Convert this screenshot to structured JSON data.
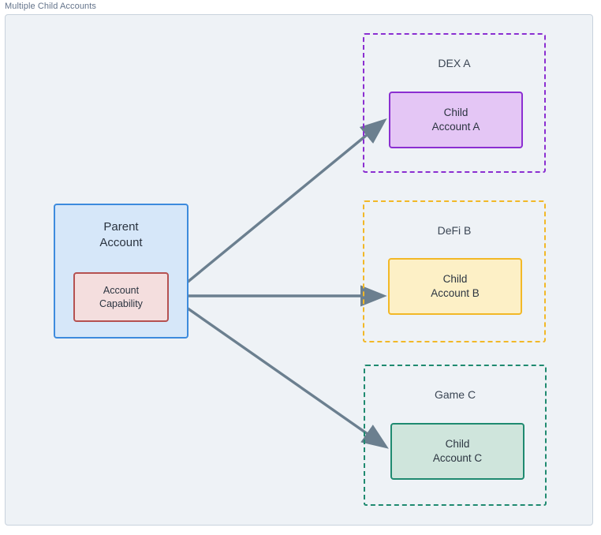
{
  "diagram": {
    "title": "Multiple Child Accounts",
    "parent": {
      "name": "parent-account",
      "label_line1": "Parent",
      "label_line2": "Account",
      "fill": "#d6e7f9",
      "stroke": "#3d8bdd",
      "capability": {
        "name": "account-capability",
        "label_line1": "Account",
        "label_line2": "Capability",
        "fill": "#f4dede",
        "stroke": "#b55151"
      }
    },
    "groups": [
      {
        "id": "dex-a",
        "label": "DEX A",
        "stroke": "#8b2fd1",
        "child": {
          "id": "child-account-a",
          "label_line1": "Child",
          "label_line2": "Account A",
          "fill": "#e4c6f5",
          "stroke": "#8b2fd1"
        }
      },
      {
        "id": "defi-b",
        "label": "DeFi B",
        "stroke": "#f2b827",
        "child": {
          "id": "child-account-b",
          "label_line1": "Child",
          "label_line2": "Account B",
          "fill": "#fdf0c6",
          "stroke": "#f2b827"
        }
      },
      {
        "id": "game-c",
        "label": "Game C",
        "stroke": "#1f8a70",
        "child": {
          "id": "child-account-c",
          "label_line1": "Child",
          "label_line2": "Account C",
          "fill": "#cfe5dc",
          "stroke": "#1f8a70"
        }
      }
    ],
    "connectors": [
      {
        "id": "arrow-to-child-a",
        "from": "account-capability",
        "to": "child-account-a",
        "color": "#6b7f8f"
      },
      {
        "id": "arrow-to-child-b",
        "from": "account-capability",
        "to": "child-account-b",
        "color": "#6b7f8f"
      },
      {
        "id": "arrow-to-child-c",
        "from": "account-capability",
        "to": "child-account-c",
        "color": "#6b7f8f"
      }
    ],
    "colors": {
      "canvas_background": "#eef2f6",
      "frame_border": "#c8d2dd",
      "title_text": "#64748b",
      "node_text": "#2b3440",
      "arrow": "#6b7f8f"
    }
  }
}
